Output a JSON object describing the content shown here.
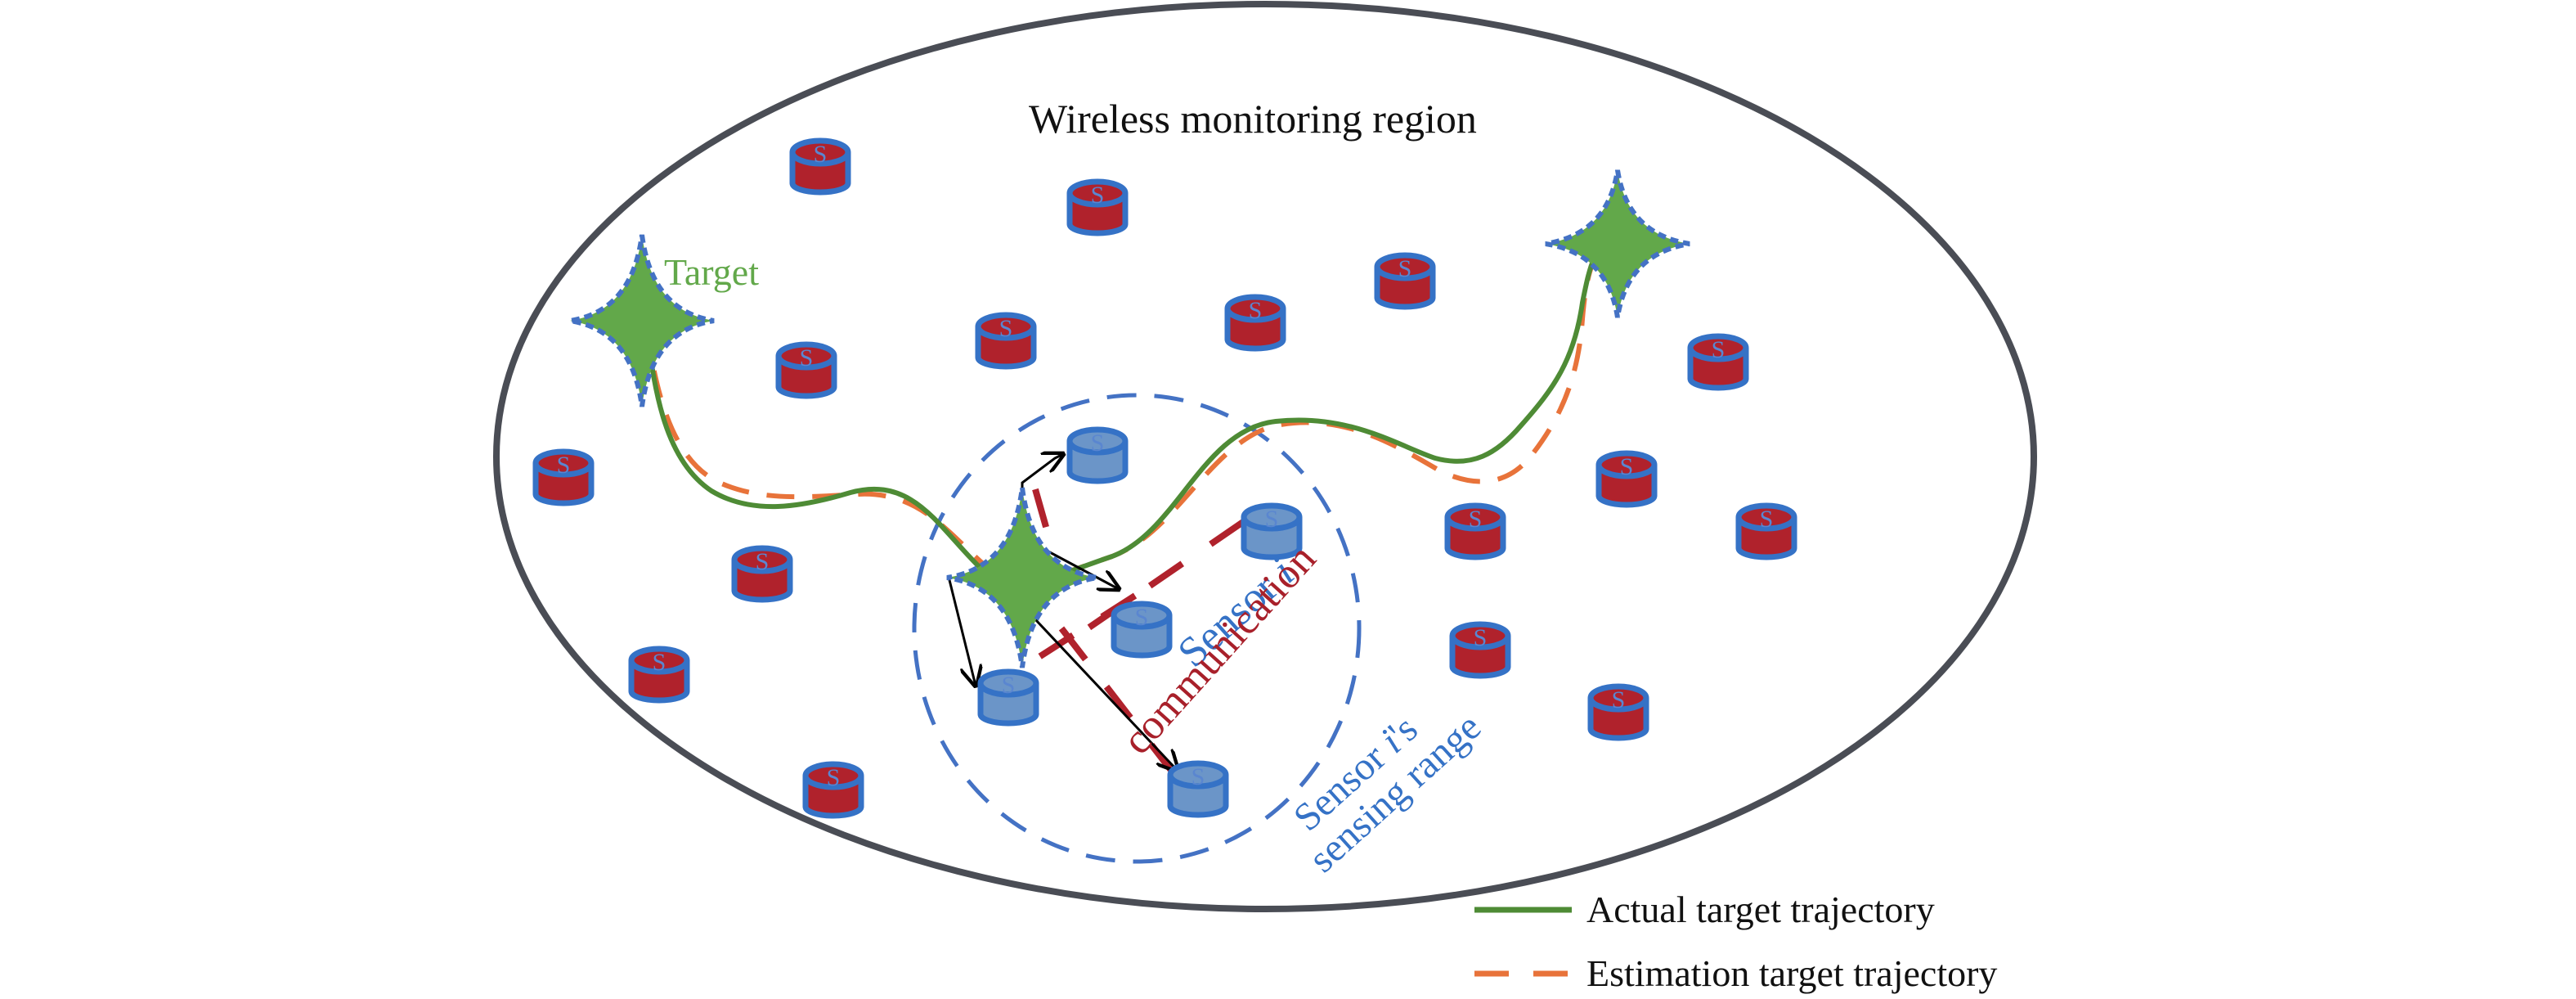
{
  "title": "Wireless monitoring region",
  "target_label": "Target",
  "sensor_label": "Sensor i",
  "communication_label": "communication",
  "sensing_range_label_1": "Sensor i's",
  "sensing_range_label_2": "sensing range",
  "sensor_glyph": "S",
  "legend": [
    {
      "label": "Actual target trajectory",
      "style": "solid",
      "color": "#4E8B35"
    },
    {
      "label": "Estimation target trajectory",
      "style": "dashed",
      "color": "#E8733A"
    }
  ],
  "colors": {
    "region_border": "#4A4D55",
    "idle_sensor_fill": "#B0222C",
    "sensor_stroke": "#3572C6",
    "active_sensor_fill": "#6B95C8",
    "target_fill": "#62A84A",
    "target_outline": "#4472C4",
    "sensing_range": "#4472C4",
    "communication_link": "#B0222C",
    "title_text": "#111111",
    "target_text": "#62A84A",
    "sensor_text": "#3572C6",
    "communication_text": "#A8202A"
  }
}
